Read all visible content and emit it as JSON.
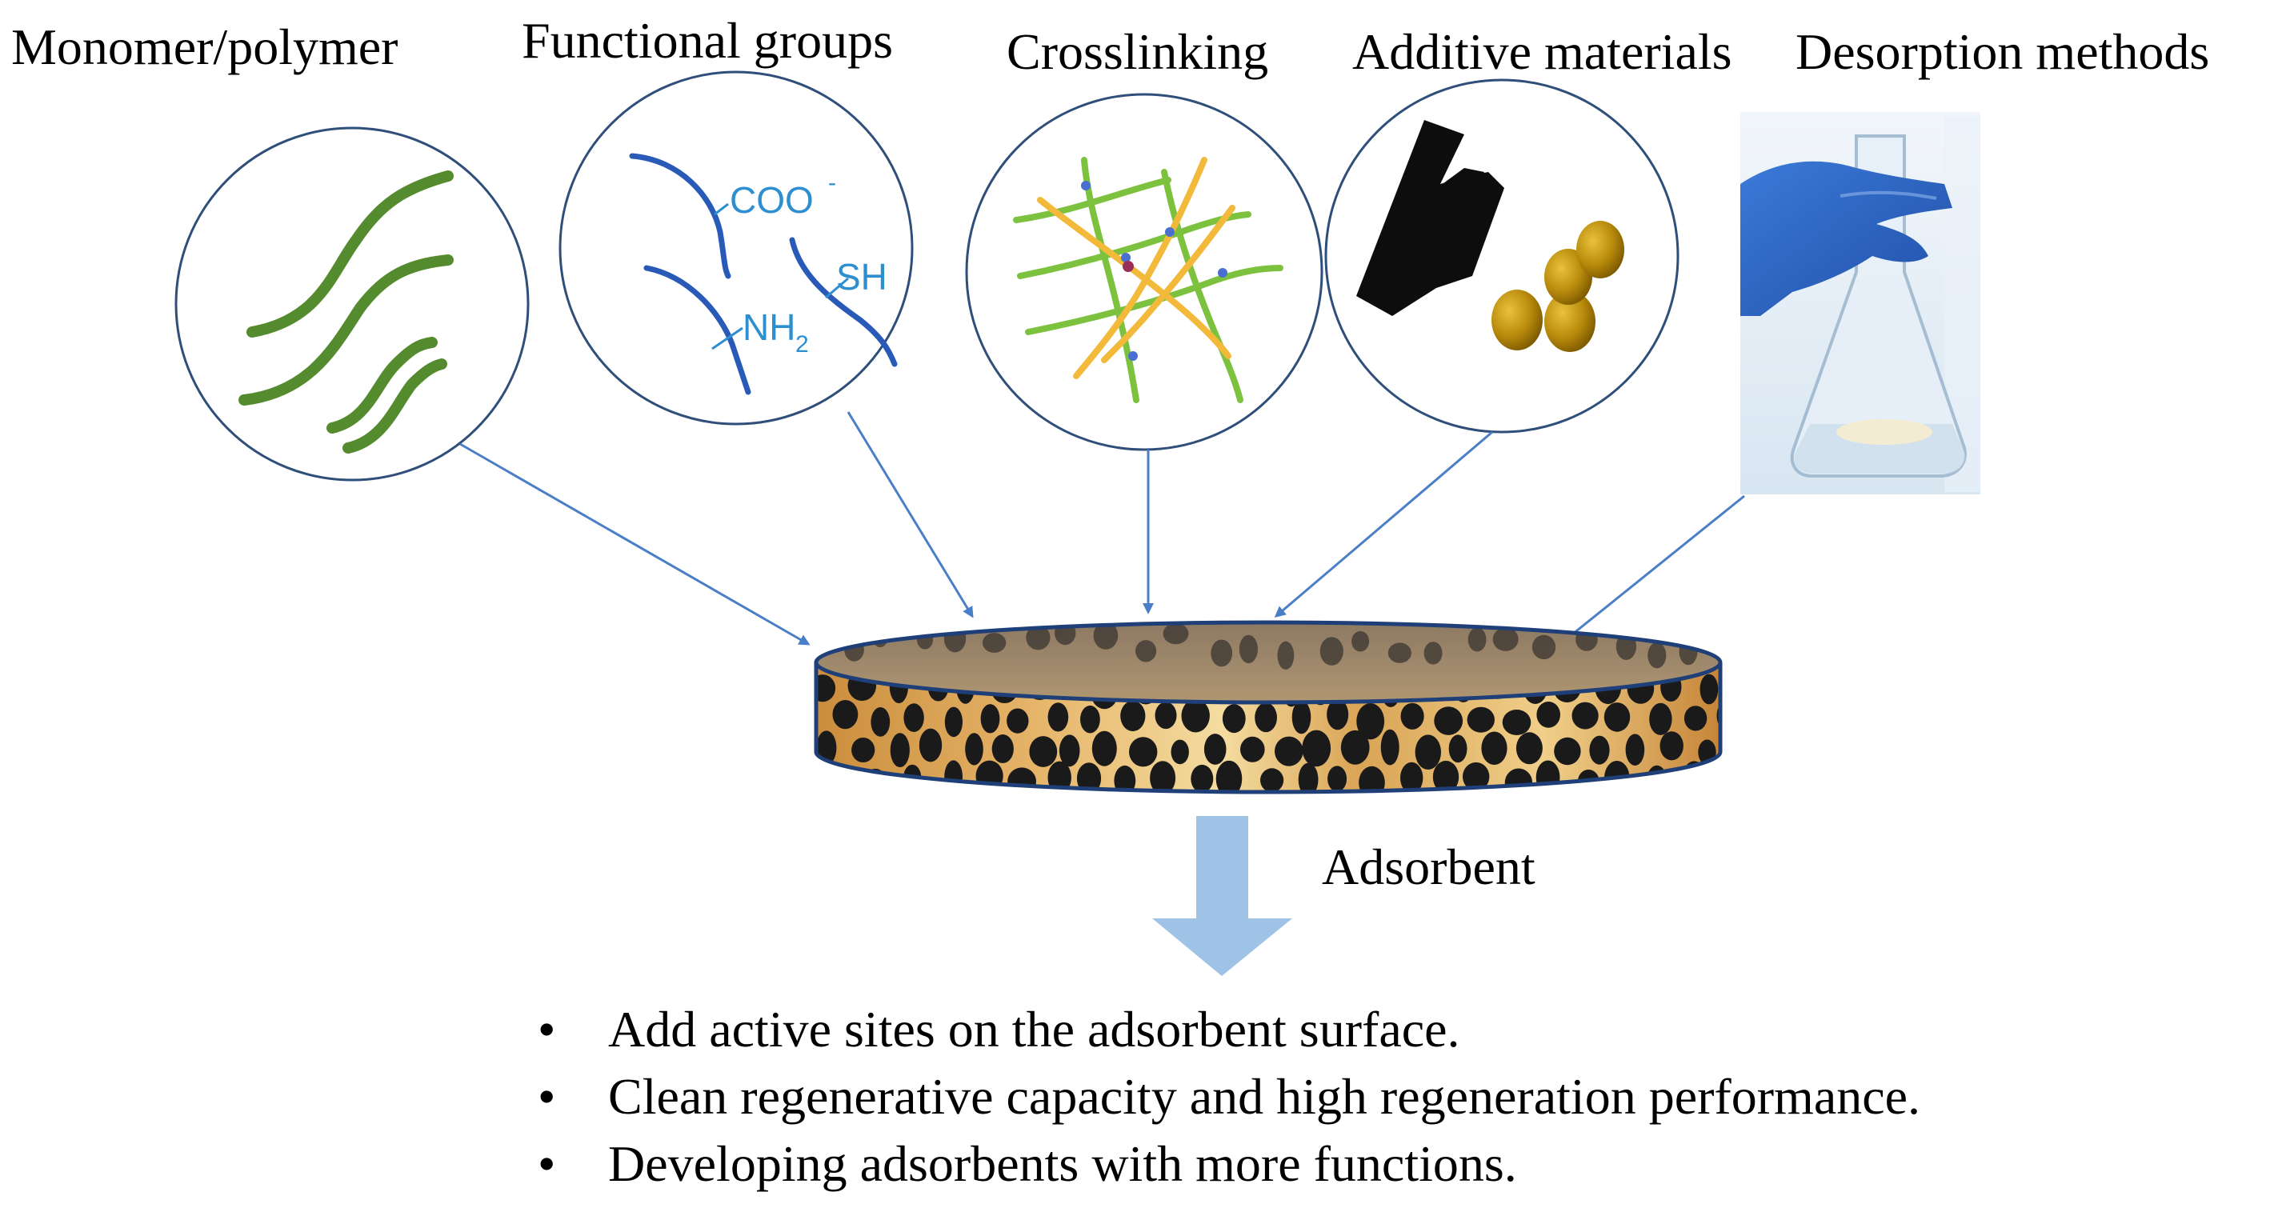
{
  "categories": [
    {
      "id": "monomer",
      "label": "Monomer/polymer",
      "icon": "polymer-chains-icon"
    },
    {
      "id": "functional",
      "label": "Functional groups",
      "icon": "functional-groups-icon"
    },
    {
      "id": "crosslinking",
      "label": "Crosslinking",
      "icon": "crosslinked-network-icon"
    },
    {
      "id": "additive",
      "label": "Additive materials",
      "icon": "additive-particles-icon"
    },
    {
      "id": "desorption",
      "label": "Desorption methods",
      "icon": "gloved-hand-flask-icon"
    }
  ],
  "functional_groups": {
    "carboxyl": "COO",
    "carboxyl_charge": "-",
    "thiol": "SH",
    "amine": "NH",
    "amine_subscript": "2"
  },
  "output": {
    "label": "Adsorbent",
    "image": "porous-adsorbent-disc-icon"
  },
  "outcomes": [
    "Add active sites on the adsorbent surface.",
    "Clean regenerative capacity and high regeneration performance.",
    "Developing adsorbents with more functions."
  ],
  "colors": {
    "arrow": "#4a7fc8",
    "circle_outline": "#2f4f7a",
    "polymer_green": "#558b2f",
    "chain_blue": "#2a5ab8",
    "group_text": "#2e8fd0",
    "crosslink_green": "#7cc23f",
    "crosslink_yellow": "#f2b93b",
    "particle_gold": "#c89a10",
    "down_arrow": "#9ec3e6"
  }
}
